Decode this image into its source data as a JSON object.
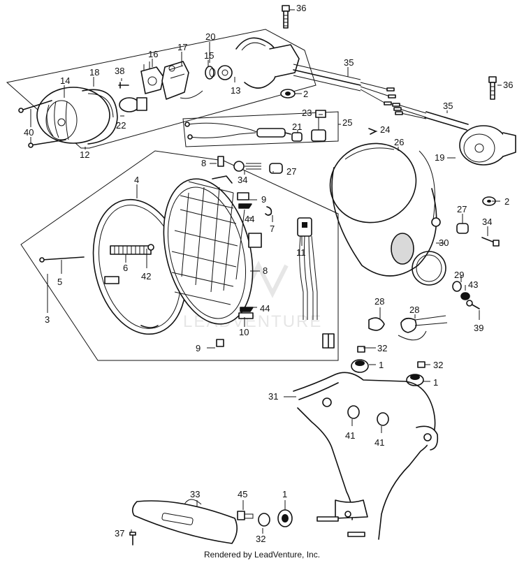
{
  "diagram": {
    "callouts": [
      {
        "id": "c36a",
        "text": "36"
      },
      {
        "id": "c20",
        "text": "20"
      },
      {
        "id": "c17",
        "text": "17"
      },
      {
        "id": "c16",
        "text": "16"
      },
      {
        "id": "c15",
        "text": "15"
      },
      {
        "id": "c13",
        "text": "13"
      },
      {
        "id": "c38",
        "text": "38"
      },
      {
        "id": "c18",
        "text": "18"
      },
      {
        "id": "c14",
        "text": "14"
      },
      {
        "id": "c22",
        "text": "22"
      },
      {
        "id": "c40",
        "text": "40"
      },
      {
        "id": "c12",
        "text": "12"
      },
      {
        "id": "c35a",
        "text": "35"
      },
      {
        "id": "c2a",
        "text": "2"
      },
      {
        "id": "c36b",
        "text": "36"
      },
      {
        "id": "c35b",
        "text": "35"
      },
      {
        "id": "c23",
        "text": "23"
      },
      {
        "id": "c25",
        "text": "25"
      },
      {
        "id": "c21",
        "text": "21"
      },
      {
        "id": "c24",
        "text": "24"
      },
      {
        "id": "c26",
        "text": "26"
      },
      {
        "id": "c19",
        "text": "19"
      },
      {
        "id": "c8a",
        "text": "8"
      },
      {
        "id": "c34a",
        "text": "34"
      },
      {
        "id": "c27a",
        "text": "27"
      },
      {
        "id": "c2b",
        "text": "2"
      },
      {
        "id": "c4",
        "text": "4"
      },
      {
        "id": "c9a",
        "text": "9"
      },
      {
        "id": "c44a",
        "text": "44"
      },
      {
        "id": "c7",
        "text": "7"
      },
      {
        "id": "c27b",
        "text": "27"
      },
      {
        "id": "c34b",
        "text": "34"
      },
      {
        "id": "c11",
        "text": "11"
      },
      {
        "id": "c30",
        "text": "30"
      },
      {
        "id": "c6",
        "text": "6"
      },
      {
        "id": "c42",
        "text": "42"
      },
      {
        "id": "c5",
        "text": "5"
      },
      {
        "id": "c8b",
        "text": "8"
      },
      {
        "id": "c29",
        "text": "29"
      },
      {
        "id": "c43",
        "text": "43"
      },
      {
        "id": "c3",
        "text": "3"
      },
      {
        "id": "c44b",
        "text": "44"
      },
      {
        "id": "c28a",
        "text": "28"
      },
      {
        "id": "c28b",
        "text": "28"
      },
      {
        "id": "c39",
        "text": "39"
      },
      {
        "id": "c10",
        "text": "10"
      },
      {
        "id": "c32a",
        "text": "32"
      },
      {
        "id": "c9b",
        "text": "9"
      },
      {
        "id": "c1a",
        "text": "1"
      },
      {
        "id": "c32b",
        "text": "32"
      },
      {
        "id": "c1b",
        "text": "1"
      },
      {
        "id": "c31",
        "text": "31"
      },
      {
        "id": "c41a",
        "text": "41"
      },
      {
        "id": "c41b",
        "text": "41"
      },
      {
        "id": "c33",
        "text": "33"
      },
      {
        "id": "c45",
        "text": "45"
      },
      {
        "id": "c1c",
        "text": "1"
      },
      {
        "id": "c32c",
        "text": "32"
      },
      {
        "id": "c37",
        "text": "37"
      }
    ],
    "watermark": "LEADVENTURE"
  },
  "footer": {
    "credit": "Rendered by LeadVenture, Inc."
  }
}
